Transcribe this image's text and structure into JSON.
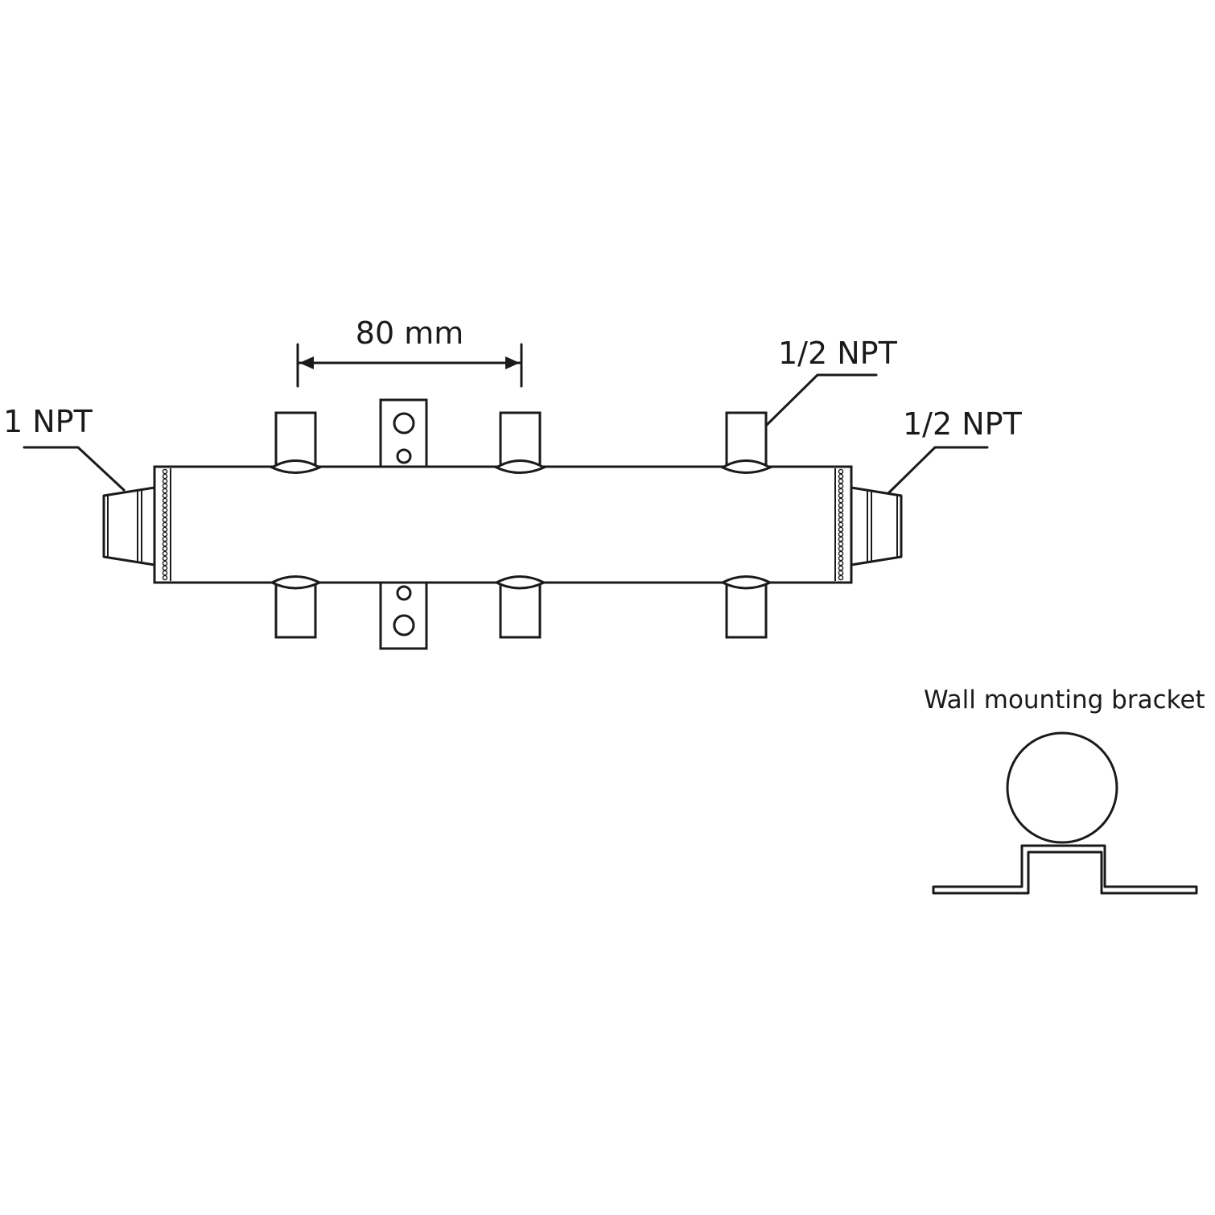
{
  "labels": {
    "spacing": "80 mm",
    "inlet_left": "1 NPT",
    "outlet_top": "1/2 NPT",
    "outlet_right": "1/2 NPT",
    "bracket_title": "Wall mounting bracket"
  },
  "colors": {
    "line": "#1a1a1a",
    "background": "#ffffff"
  }
}
